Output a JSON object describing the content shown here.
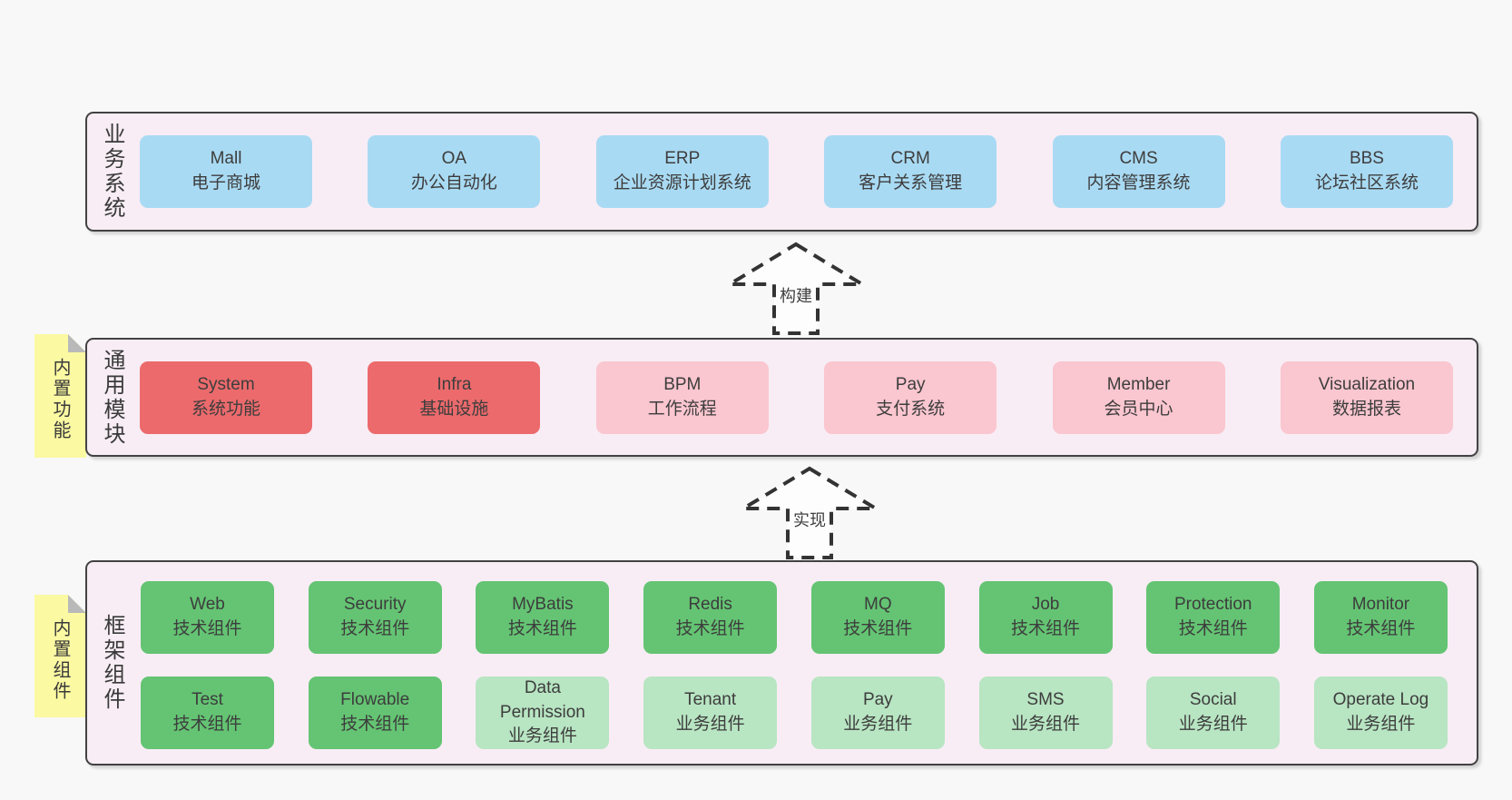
{
  "palette": {
    "page_bg": "#f8f8f8",
    "layer_bg": "#f8edf5",
    "layer_border": "#424242",
    "box_blue": "#a9daf3",
    "box_red": "#ec6a6c",
    "box_pink": "#fac6cf",
    "box_green": "#64c473",
    "box_green_light": "#b8e5c2",
    "sticky_yellow": "#fbf9a2",
    "sticky_fold_gray": "#b9b9b9",
    "text": "#3d3d3d"
  },
  "arrows": [
    {
      "label": "构建",
      "direction": "up"
    },
    {
      "label": "实现",
      "direction": "up"
    }
  ],
  "layers": [
    {
      "label": "业务系统",
      "boxes": [
        {
          "name": "Mall",
          "desc": "电子商城"
        },
        {
          "name": "OA",
          "desc": "办公自动化"
        },
        {
          "name": "ERP",
          "desc": "企业资源计划系统"
        },
        {
          "name": "CRM",
          "desc": "客户关系管理"
        },
        {
          "name": "CMS",
          "desc": "内容管理系统"
        },
        {
          "name": "BBS",
          "desc": "论坛社区系统"
        }
      ]
    },
    {
      "label": "通用模块",
      "sticky": "内置功能",
      "boxes": [
        {
          "name": "System",
          "desc": "系统功能"
        },
        {
          "name": "Infra",
          "desc": "基础设施"
        },
        {
          "name": "BPM",
          "desc": "工作流程"
        },
        {
          "name": "Pay",
          "desc": "支付系统"
        },
        {
          "name": "Member",
          "desc": "会员中心"
        },
        {
          "name": "Visualization",
          "desc": "数据报表"
        }
      ]
    },
    {
      "label": "框架组件",
      "sticky": "内置组件",
      "rows": [
        [
          {
            "name": "Web",
            "desc": "技术组件"
          },
          {
            "name": "Security",
            "desc": "技术组件"
          },
          {
            "name": "MyBatis",
            "desc": "技术组件"
          },
          {
            "name": "Redis",
            "desc": "技术组件"
          },
          {
            "name": "MQ",
            "desc": "技术组件"
          },
          {
            "name": "Job",
            "desc": "技术组件"
          },
          {
            "name": "Protection",
            "desc": "技术组件"
          },
          {
            "name": "Monitor",
            "desc": "技术组件"
          }
        ],
        [
          {
            "name": "Test",
            "desc": "技术组件"
          },
          {
            "name": "Flowable",
            "desc": "技术组件"
          },
          {
            "name": "Data Permission",
            "desc": "业务组件"
          },
          {
            "name": "Tenant",
            "desc": "业务组件"
          },
          {
            "name": "Pay",
            "desc": "业务组件"
          },
          {
            "name": "SMS",
            "desc": "业务组件"
          },
          {
            "name": "Social",
            "desc": "业务组件"
          },
          {
            "name": "Operate Log",
            "desc": "业务组件"
          }
        ]
      ]
    }
  ]
}
